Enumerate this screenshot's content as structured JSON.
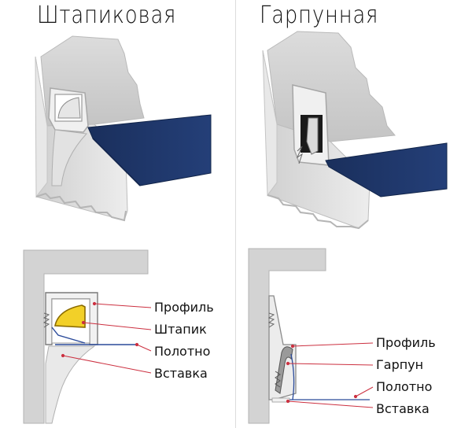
{
  "titles": {
    "left": "Штапиковая",
    "right": "Гарпунная"
  },
  "labels": {
    "left": [
      "Профиль",
      "Штапик",
      "Полотно",
      "Вставка"
    ],
    "right": [
      "Профиль",
      "Гарпун",
      "Полотно",
      "Вставка"
    ]
  },
  "colors": {
    "canvas": "#1d3566",
    "annotation_line": "#cc3040",
    "shtapik": "#f2d028",
    "wall": "#d6d6d6",
    "profile": "#ededed"
  }
}
